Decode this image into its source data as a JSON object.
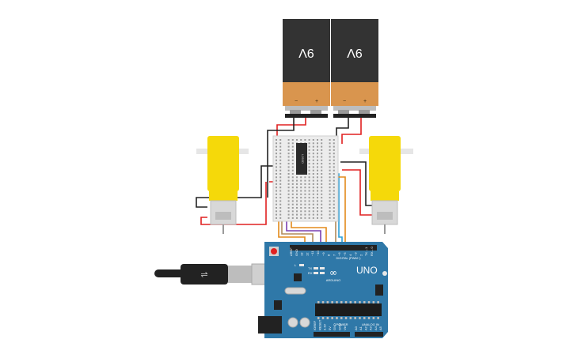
{
  "batteries": [
    {
      "label": "9V",
      "minus": "−",
      "plus": "+"
    },
    {
      "label": "9V",
      "minus": "−",
      "plus": "+"
    }
  ],
  "breadboard": {
    "chip_label": "L293D"
  },
  "arduino": {
    "model": "UNO",
    "brand": "ARDUINO",
    "digital_label": "DIGITAL (PWM~)",
    "power_label": "POWER",
    "analog_label": "ANALOG IN",
    "led_l": "L",
    "led_tx": "TX",
    "led_rx": "RX",
    "digital_pins": [
      "AREF",
      "GND",
      "13",
      "12",
      "~11",
      "~10",
      "~9",
      "8",
      "7",
      "~6",
      "~5",
      "4",
      "~3",
      "2",
      "TX→1",
      "RX←0"
    ],
    "power_pins": [
      "IOREF",
      "RESET",
      "3.3V",
      "5V",
      "GND",
      "GND",
      "Vin"
    ],
    "analog_pins": [
      "A0",
      "A1",
      "A2",
      "A3",
      "A4",
      "A5"
    ]
  },
  "colors": {
    "battery_top": "#333333",
    "battery_bottom": "#d9954e",
    "motor_yellow": "#f5d90a",
    "board_blue": "#2f78a8",
    "wire_red": "#e02020",
    "wire_black": "#222222",
    "wire_orange": "#e38a1c",
    "wire_purple": "#7a3fb0",
    "wire_blue": "#2a9fd8",
    "wire_tan": "#b08a5a"
  }
}
